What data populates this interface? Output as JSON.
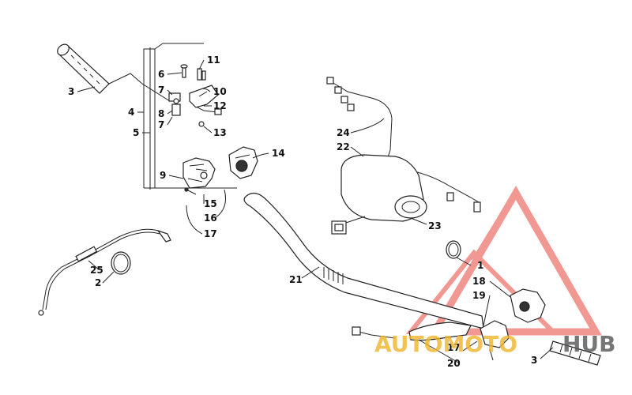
{
  "callouts": {
    "c1": "1",
    "c2": "2",
    "c3_left": "3",
    "c3_right": "3",
    "c4": "4",
    "c5": "5",
    "c6": "6",
    "c7_top": "7",
    "c7_bottom": "7",
    "c8": "8",
    "c9": "9",
    "c10": "10",
    "c11": "11",
    "c12": "12",
    "c13": "13",
    "c14": "14",
    "c15": "15",
    "c16": "16",
    "c17_top": "17",
    "c17_bottom": "17",
    "c18": "18",
    "c19": "19",
    "c20": "20",
    "c21": "21",
    "c22": "22",
    "c23": "23",
    "c24": "24",
    "c25": "25"
  },
  "watermark": {
    "word_a": "AUTOMOTO",
    "word_b": "HUB",
    "color_triangle": "#e8453c",
    "color_a": "#f0b429",
    "color_b": "#555555"
  }
}
